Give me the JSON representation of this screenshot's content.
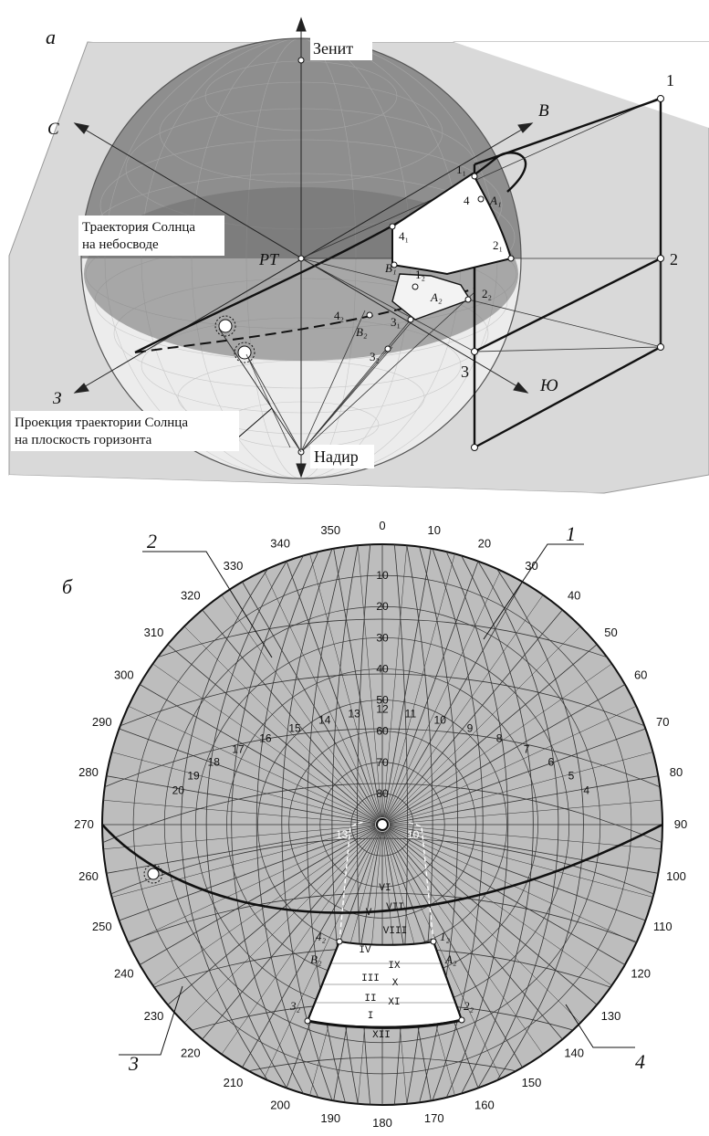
{
  "panel_a": {
    "letter": "а",
    "zenith": "Зенит",
    "nadir": "Надир",
    "pt": "РТ",
    "dir_north": "С",
    "dir_east": "В",
    "dir_west": "З",
    "dir_south": "Ю",
    "caption_trajectory": [
      "Траектория Солнца",
      "на небосводе"
    ],
    "caption_projection": [
      "Проекция траектории Солнца",
      "на плоскость горизонта"
    ],
    "corner_1": "1",
    "corner_2": "2",
    "corner_3": "3",
    "pt_1_1": "1₁",
    "pt_4": "4",
    "pt_A1": "A₁",
    "pt_4_1": "4₁",
    "pt_2_1": "2₁",
    "pt_B1": "B₁",
    "pt_1_2": "1₂",
    "pt_A2": "A₂",
    "pt_2_2": "2₂",
    "pt_3_1": "3₁",
    "pt_4_2": "4₂",
    "pt_B2": "B₂",
    "pt_3_2": "3₂"
  },
  "panel_b": {
    "letter": "б",
    "callout_1": "1",
    "callout_2": "2",
    "callout_3": "3",
    "callout_4": "4",
    "azimuths": [
      "0",
      "10",
      "20",
      "30",
      "40",
      "50",
      "60",
      "70",
      "80",
      "90",
      "100",
      "110",
      "120",
      "130",
      "140",
      "150",
      "160",
      "170",
      "180",
      "190",
      "200",
      "210",
      "220",
      "230",
      "240",
      "250",
      "260",
      "270",
      "280",
      "290",
      "300",
      "310",
      "320",
      "330",
      "340",
      "350"
    ],
    "altitudes": [
      "10",
      "20",
      "30",
      "40",
      "50",
      "60",
      "70",
      "80"
    ],
    "hours": [
      "4",
      "5",
      "6",
      "7",
      "8",
      "9",
      "10",
      "11",
      "12",
      "13",
      "14",
      "15",
      "16",
      "17",
      "18",
      "19",
      "20"
    ],
    "months": [
      "I",
      "II",
      "III",
      "IV",
      "V",
      "VI",
      "VII",
      "VIII",
      "IX",
      "X",
      "XI",
      "XII"
    ],
    "pt_A2": "A₂",
    "pt_B2": "B₂",
    "pt_1_2": "1₂",
    "pt_4_2": "4₂",
    "pt_2_2": "2₂",
    "pt_3_2": "3₂",
    "pt_13": "13",
    "pt_10": "10"
  }
}
